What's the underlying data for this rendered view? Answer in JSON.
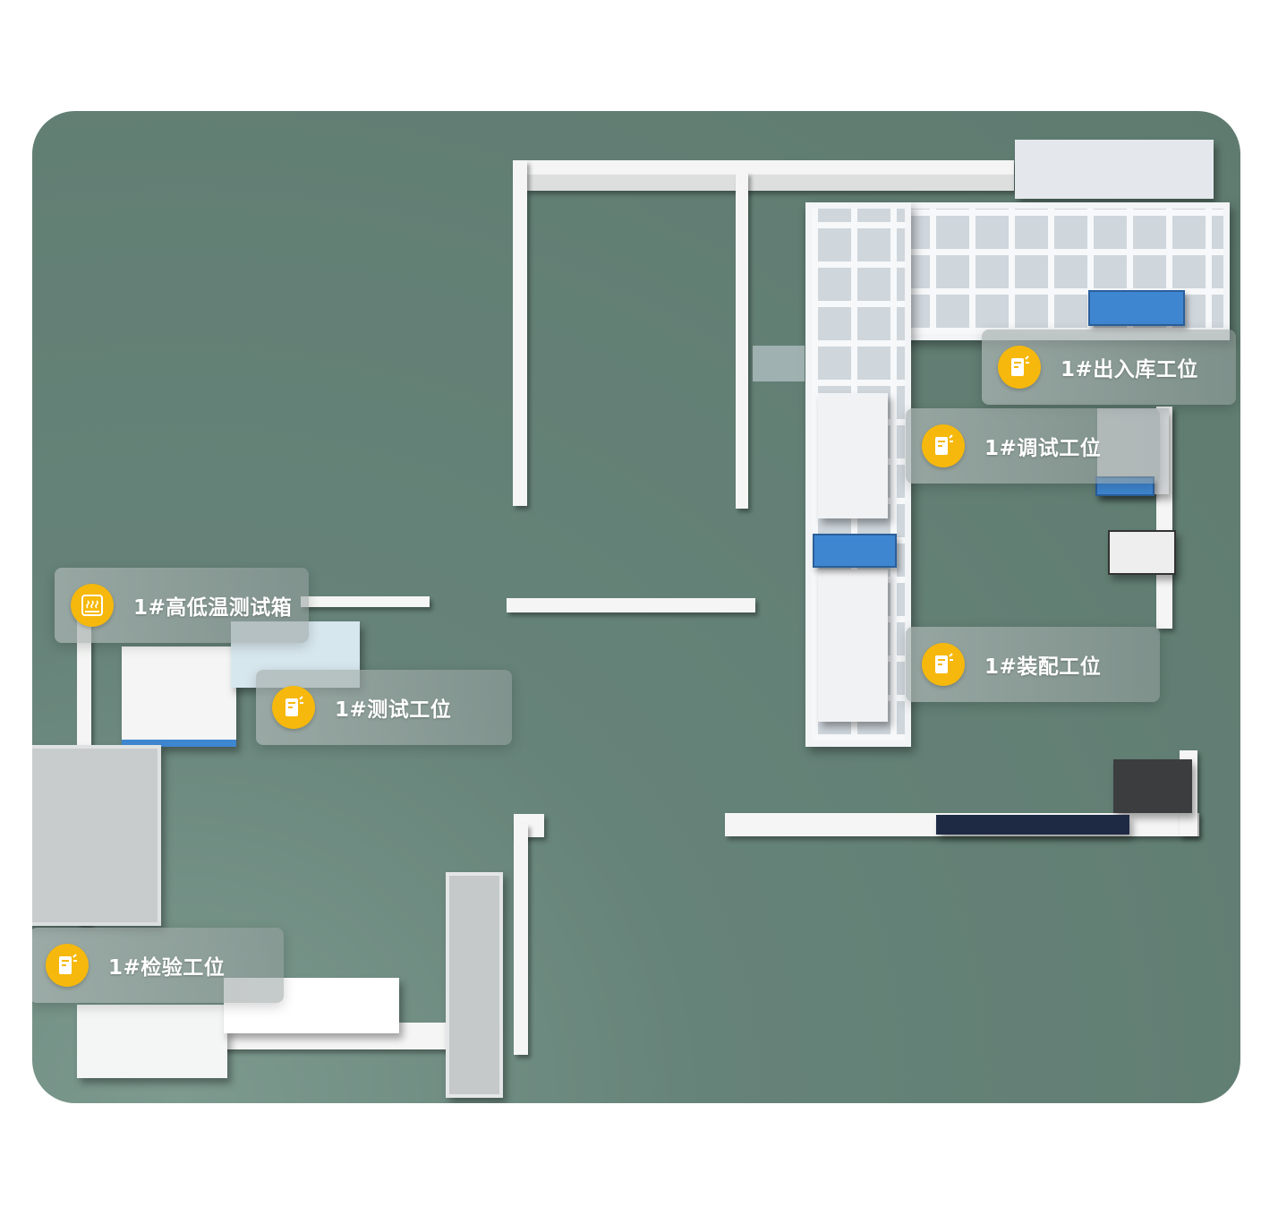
{
  "colors": {
    "floor": "#5f7b70",
    "wall": "#f4f5f4",
    "label_bg": "#a0aaa8",
    "icon_bg": "#f6b80c",
    "machine_blue": "#3f86d1"
  },
  "stations": [
    {
      "id": "in-out",
      "label": "1#出入库工位",
      "icon": "workstation-icon"
    },
    {
      "id": "debug",
      "label": "1#调试工位",
      "icon": "workstation-icon"
    },
    {
      "id": "assembly",
      "label": "1#装配工位",
      "icon": "workstation-icon"
    },
    {
      "id": "chamber",
      "label": "1#高低温测试箱",
      "icon": "heat-chamber-icon"
    },
    {
      "id": "test",
      "label": "1#测试工位",
      "icon": "workstation-icon"
    },
    {
      "id": "inspect",
      "label": "1#检验工位",
      "icon": "workstation-icon"
    }
  ]
}
